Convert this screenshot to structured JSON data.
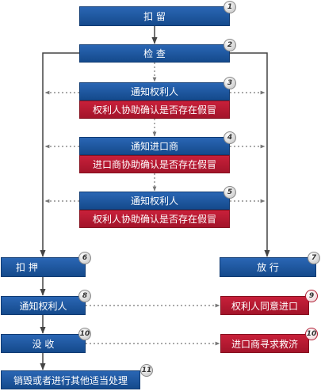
{
  "steps": {
    "detain": {
      "label": "扣 留",
      "num": "1"
    },
    "inspect": {
      "label": "检 查",
      "num": "2"
    },
    "notify_holder_1": {
      "label": "通知权利人",
      "sub": "权利人协助确认是否存在假冒",
      "num": "3"
    },
    "notify_importer": {
      "label": "通知进口商",
      "sub": "进口商协助确认是否存在假冒",
      "num": "4"
    },
    "notify_holder_2": {
      "label": "通知权利人",
      "sub": "权利人协助确认是否存在假冒",
      "num": "5"
    },
    "seize": {
      "label": "扣 押",
      "num": "6"
    },
    "release": {
      "label": "放 行",
      "num": "7"
    },
    "notify_holder_3": {
      "label": "通知权利人",
      "num": "8"
    },
    "holder_agrees": {
      "label": "权利人同意进口",
      "num": "9"
    },
    "confiscate": {
      "label": "没 收",
      "num": "10"
    },
    "importer_remedy": {
      "label": "进口商寻求救济",
      "num": "10"
    },
    "destroy": {
      "label": "销毁或者进行其他适当处理",
      "num": "11"
    }
  },
  "colors": {
    "primary": "#1d569f",
    "alert": "#b81a31",
    "line": "#444444",
    "dotted": "#666666"
  }
}
